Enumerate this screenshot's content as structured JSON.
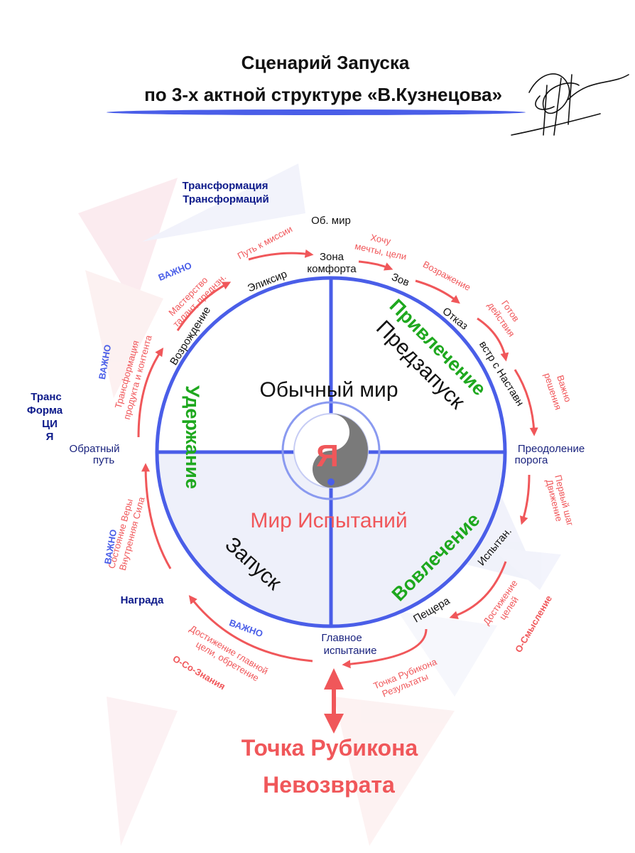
{
  "header": {
    "title_line1": "Сценарий Запуска",
    "title_line2": "по 3-х актной структуре «В.Кузнецова»"
  },
  "colors": {
    "circle_blue": "#4a5ee8",
    "arrow_red": "#f0575a",
    "act_green": "#1ea81e",
    "dark_blue": "#0d1a8a"
  },
  "quadrants": {
    "top_left": "Обычный мир",
    "top_right": "Предзапуск",
    "bottom_left": "Запуск",
    "bottom_right": "Мир Испытаний",
    "center": "Я"
  },
  "acts": {
    "attraction": "Привлечение",
    "involvement": "Вовлечение",
    "retention": "Удержание"
  },
  "stages": {
    "ordinary_world": "Об. мир",
    "comfort_zone_1": "Зона",
    "comfort_zone_2": "комфорта",
    "call": "Зов",
    "refusal": "Отказ",
    "mentor": "встр с Наставн",
    "threshold_1": "Преодоление",
    "threshold_2": "порога",
    "tests": "Испытан.",
    "cave": "Пещера",
    "ordeal_1": "Главное",
    "ordeal_2": "испытание",
    "reward": "Награда",
    "road_back_1": "Обратный",
    "road_back_2": "путь",
    "resurrection": "Возрождение",
    "elixir": "Эликсир"
  },
  "annotations": {
    "want_1": "Хочу",
    "want_2": "мечты, цели",
    "objection": "Возражение",
    "ready_1": "Готов",
    "ready_2": "действия",
    "important_decision_1": "Важно",
    "important_decision_2": "решения",
    "first_step_1": "Первый шаг",
    "first_step_2": "Движение",
    "goals_achieved_1": "Достижение",
    "goals_achieved_2": "целей",
    "rubicon_results_1": "Точка Рубикона",
    "rubicon_results_2": "Результаты",
    "main_goal_1": "Достижение главной",
    "main_goal_2": "цели, обретение",
    "inner_strength_1": "Внутренняя Сила",
    "inner_strength_2": "Состояние Веры",
    "transformation_1": "Трансформация",
    "transformation_2": "продукта и контента",
    "mastery_1": "Мастерство",
    "mastery_2": "талант, преднзн.",
    "mission_path": "Путь к миссии"
  },
  "labels": {
    "transformation_of_transformations_1": "Трансформация",
    "transformation_of_transformations_2": "Трансформаций",
    "trans_1": "Транс",
    "trans_2": "Форма",
    "trans_3": "ЦИ",
    "trans_4": "Я",
    "vazhno": "ВАЖНО",
    "o_smyslenie": "О-Смысление",
    "o_so_znaniya": "О-Со-Знания"
  },
  "footer": {
    "line1": "Точка Рубикона",
    "line2": "Невозврата"
  }
}
